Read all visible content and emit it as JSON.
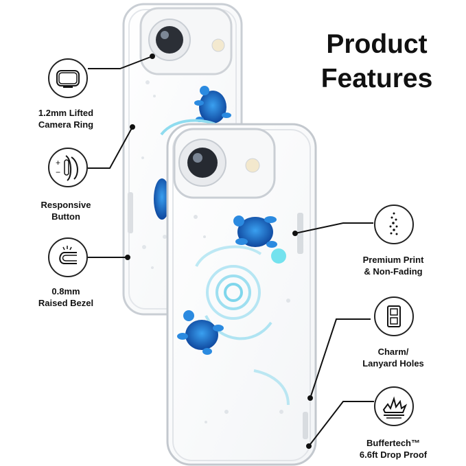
{
  "header": {
    "title_line1": "Product",
    "title_line2": "Features"
  },
  "features_left": [
    {
      "icon": "camera-ring-icon",
      "line1": "1.2mm Lifted",
      "line2": "Camera Ring"
    },
    {
      "icon": "side-button-icon",
      "line1": "Responsive",
      "line2": "Button"
    },
    {
      "icon": "raised-bezel-icon",
      "line1": "0.8mm",
      "line2": "Raised Bezel"
    }
  ],
  "features_right": [
    {
      "icon": "sparkle-print-icon",
      "line1": "Premium Print",
      "line2": "& Non-Fading"
    },
    {
      "icon": "lanyard-hole-icon",
      "line1": "Charm/",
      "line2": "Lanyard Holes"
    },
    {
      "icon": "shock-impact-icon",
      "line1": "Buffertech™",
      "line2": "6.6ft Drop Proof"
    }
  ],
  "colors": {
    "turtle_blue": "#1a6fd0",
    "turtle_dark": "#0d3f8a",
    "swirl_cyan": "#6fd3ea",
    "case_edge": "#cfd3d8"
  }
}
